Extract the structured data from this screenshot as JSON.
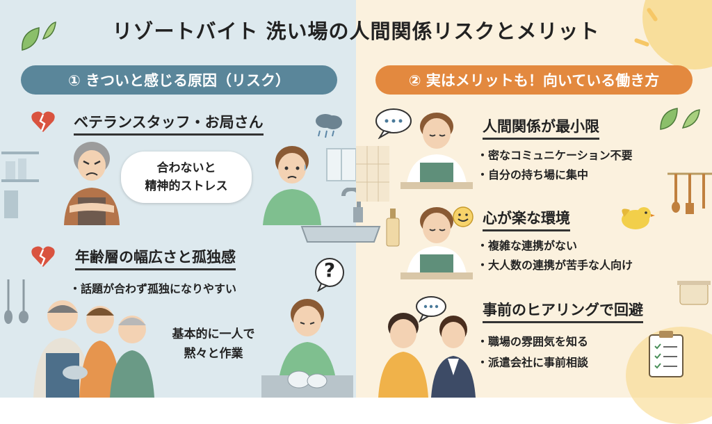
{
  "title": "リゾートバイト 洗い場の人間関係リスクとメリット",
  "left": {
    "tab_label": "① きついと感じる原因（リスク）",
    "section1": {
      "heading": "ベテランスタッフ・お局さん",
      "bubble_line1": "合わないと",
      "bubble_line2": "精神的ストレス"
    },
    "section2": {
      "heading": "年齢層の幅広さと孤独感",
      "bullet": "・話題が合わず孤独になりやすい",
      "text_line1": "基本的に一人で",
      "text_line2": "黙々と作業",
      "question_mark": "?"
    }
  },
  "right": {
    "tab_label": "② 実はメリットも！向いている働き方",
    "section1": {
      "heading": "人間関係が最小限",
      "bullets": [
        "・密なコミュニケーション不要",
        "・自分の持ち場に集中"
      ]
    },
    "section2": {
      "heading": "心が楽な環境",
      "bullets": [
        "・複雑な連携がない",
        "・大人数の連携が苦手な人向け"
      ]
    },
    "section3": {
      "heading": "事前のヒアリングで回避",
      "bullets": [
        "・職場の雰囲気を知る",
        "・派遣会社に事前相談"
      ]
    }
  },
  "colors": {
    "left_bg": "#dde9ee",
    "right_bg": "#fbf1de",
    "left_tab": "#5a869a",
    "right_tab": "#e3893f",
    "heart": "#d9533f",
    "apron_green": "#6a9a86",
    "shirt_green": "#7fbf8f"
  },
  "icons": [
    "broken-heart-icon",
    "rain-cloud-icon",
    "question-bubble-icon",
    "chat-bubble-icon",
    "smile-icon",
    "bird-icon",
    "leaf-icon",
    "checklist-icon",
    "sun-icon",
    "faucet-icon",
    "sink-icon",
    "kitchen-shelf-icon",
    "utensils-icon"
  ]
}
